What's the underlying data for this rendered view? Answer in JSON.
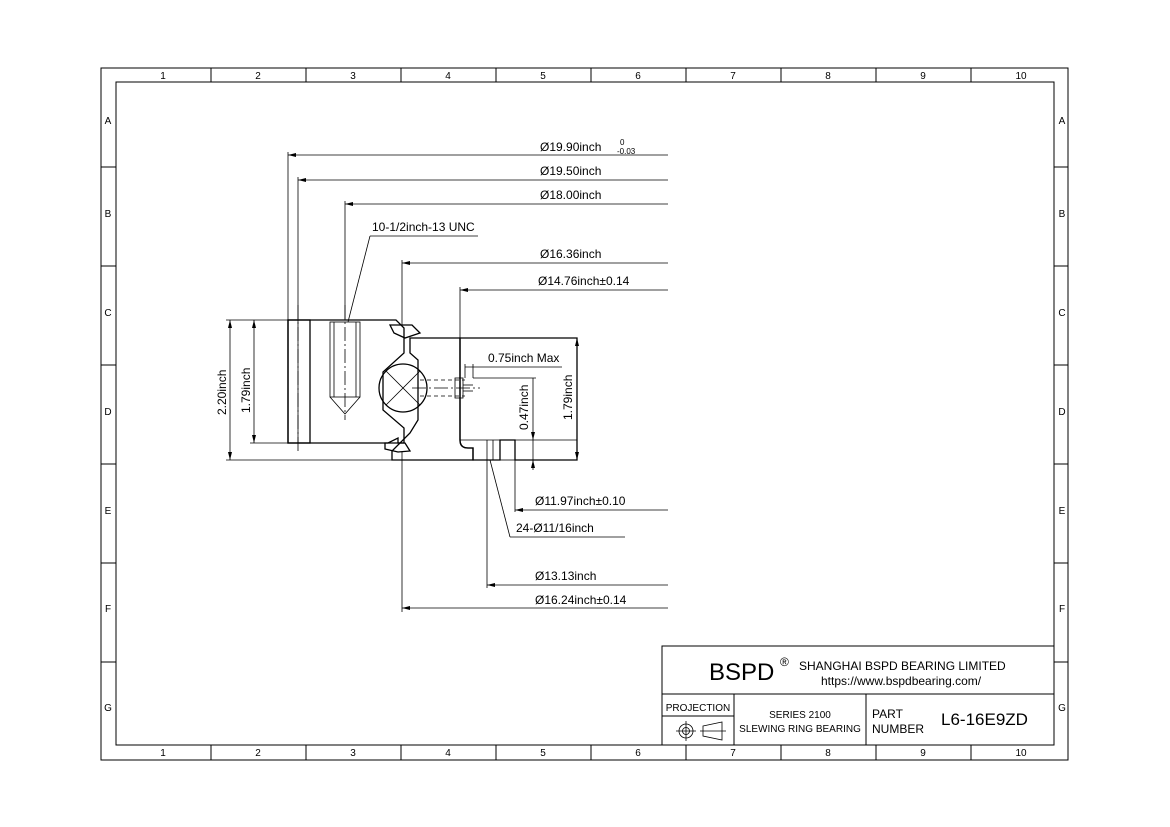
{
  "frame": {
    "column_labels": [
      "1",
      "2",
      "3",
      "4",
      "5",
      "6",
      "7",
      "8",
      "9",
      "10"
    ],
    "row_labels": [
      "A",
      "B",
      "C",
      "D",
      "E",
      "F",
      "G"
    ]
  },
  "dimensions": {
    "outer_diameter": "Ø19.90inch",
    "outer_tol_upper": "0",
    "outer_tol_lower": "-0.03",
    "bolt_circle_outer": "Ø19.50inch",
    "pitch_outer": "Ø18.00inch",
    "thread": "10-1/2inch-13 UNC",
    "d_1636": "Ø16.36inch",
    "d_1476": "Ø14.76inch±0.14",
    "gap": "0.75inch Max",
    "h_047": "0.47inch",
    "h_179_right": "1.79inch",
    "h_220": "2.20inch",
    "h_179_left": "1.79inch",
    "inner_bore": "Ø11.97inch±0.10",
    "holes": "24-Ø11/16inch",
    "d_1313": "Ø13.13inch",
    "d_1624": "Ø16.24inch±0.14"
  },
  "title_block": {
    "brand": "BSPD",
    "registered": "®",
    "company": "SHANGHAI BSPD BEARING LIMITED",
    "website": "https://www.bspdbearing.com/",
    "projection_label": "PROJECTION",
    "series": "SERIES 2100",
    "product": "SLEWING RING BEARING",
    "part_label_1": "PART",
    "part_label_2": "NUMBER",
    "part_number": "L6-16E9ZD"
  }
}
